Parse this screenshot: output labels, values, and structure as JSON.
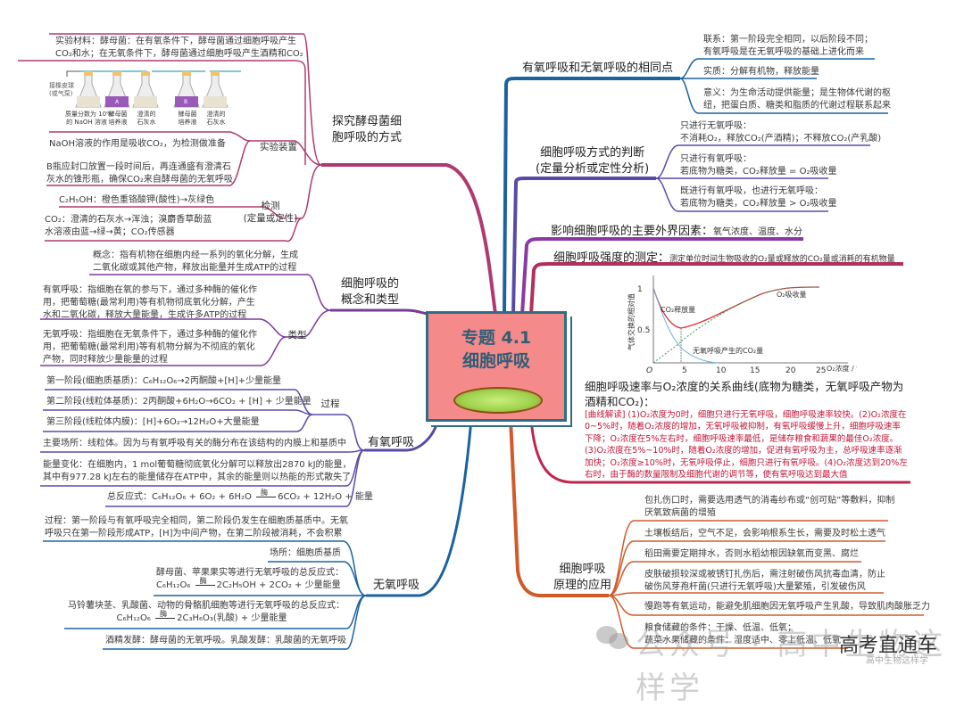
{
  "center": {
    "title_line1": "专题 4.1",
    "title_line2": "细胞呼吸",
    "image": "mitochondrion-illustration"
  },
  "left": {
    "yeast": {
      "branch": "探究酵母菌细胞呼吸的方式",
      "branch_line1": "探究酵母菌细",
      "branch_line2": "胞呼吸的方式",
      "material_line1": "实验材料：酵母菌：在有氧条件下，酵母菌通过细胞呼吸产生",
      "material_line2": "CO₂和水；在无氧条件下，酵母菌通过细胞呼吸产生酒精和CO₂",
      "apparatus_label": "实验装置",
      "apparatus_figure": {
        "pump_label_1": "接橡皮球",
        "pump_label_2": "(或气泵)",
        "flasks": [
          {
            "label1": "质量分数为 10%",
            "label2": "的 NaOH 溶液",
            "mark": ""
          },
          {
            "label1": "酵母菌",
            "label2": "培养液",
            "mark": "A"
          },
          {
            "label1": "澄清的",
            "label2": "石灰水",
            "mark": ""
          },
          {
            "label1": "酵母菌",
            "label2": "培养液",
            "mark": "B"
          },
          {
            "label1": "澄清的",
            "label2": "石灰水",
            "mark": ""
          }
        ]
      },
      "naoh_note": "NaOH溶液的作用是吸收CO₂，为检测做准备",
      "b_note_line1": "B瓶应封口放置一段时间后，再连通盛有澄清石",
      "b_note_line2": "灰水的锥形瓶，确保CO₂来自酵母菌的无氧呼吸",
      "detect_label_1": "检测",
      "detect_label_2": "(定量或定性)",
      "ethanol_detect": "C₂H₅OH：橙色重铬酸钾(酸性)→灰绿色",
      "co2_detect_line1": "CO₂：澄清的石灰水→浑浊；溴麝香草酚蓝",
      "co2_detect_line2": "水溶液由蓝→绿→黄；CO₂传感器"
    },
    "concept": {
      "branch_line1": "细胞呼吸的",
      "branch_line2": "概念和类型",
      "concept_line1": "概念：指有机物在细胞内经一系列的氧化分解，生成",
      "concept_line2": "二氧化碳或其他产物，释放出能量并生成ATP的过程",
      "types_label": "类型",
      "aerobic_line1": "有氧呼吸：指细胞在氧的参与下，通过多种酶的催化作",
      "aerobic_line2": "用，把葡萄糖(最常利用)等有机物彻底氧化分解，产生",
      "aerobic_line3": "水和二氧化碳，释放大量能量，生成许多ATP的过程",
      "anaerobic_line1": "无氧呼吸：指细胞在无氧条件下，通过多种酶的催化作",
      "anaerobic_line2": "用，把葡萄糖(最常利用)等有机物分解为不彻底的氧化",
      "anaerobic_line3": "产物，同时释放少量能量的过程"
    },
    "aerobic": {
      "branch": "有氧呼吸",
      "process_label": "过程",
      "stage1": "第一阶段(细胞质基质)：C₆H₁₂O₆→2丙酮酸+[H]+少量能量",
      "stage2": "第二阶段(线粒体基质)：2丙酮酸+6H₂O→6CO₂ + [H] + 少量能量",
      "stage3": "第三阶段(线粒体内膜)：[H]+6O₂→12H₂O+大量能量",
      "site": "主要场所：线粒体。因为与有氧呼吸有关的酶分布在该结构的内膜上和基质中",
      "energy_line1": "能量变化：在细胞内，1 mol葡萄糖彻底氧化分解可以释放出2870 kJ的能量，",
      "energy_line2": "其中有977.28 kJ左右的能量储存在ATP中，其余的能量则以热能的形式散失了",
      "total_prefix": "总反应式：",
      "total_left": "C₆H₁₂O₆ + 6O₂ + 6H₂O",
      "total_enzyme": "酶",
      "total_right": "6CO₂ + 12H₂O + 能量"
    },
    "anaerobic": {
      "branch": "无氧呼吸",
      "process_line1": "过程：第一阶段与有氧呼吸完全相同，第二阶段仍发生在细胞质基质中。无氧",
      "process_line2": "呼吸只在第一阶段形成ATP，[H]为中间产物，在第二阶段被消耗，不会积累",
      "site": "场所：细胞质基质",
      "yeast_eq_title": "酵母菌、苹果果实等进行无氧呼吸的总反应式：",
      "yeast_eq_left": "C₆H₁₂O₆",
      "yeast_eq_enzyme": "酶",
      "yeast_eq_right": "2C₂H₅OH + 2CO₂ + 少量能量",
      "lactic_eq_title": "马铃薯块茎、乳酸菌、动物的骨骼肌细胞等进行无氧呼吸的总反应式：",
      "lactic_eq_left": "C₆H₁₂O₆",
      "lactic_eq_enzyme": "酶",
      "lactic_eq_right": "2C₃H₆O₃(乳酸) + 少量能量",
      "fermentation": "酒精发酵：酵母菌的无氧呼吸。乳酸发酵：乳酸菌的无氧呼吸"
    }
  },
  "right": {
    "same": {
      "branch": "有氧呼吸和无氧呼吸的相同点",
      "link_line1": "联系：第一阶段完全相同，以后阶段不同；",
      "link_line2": "有氧呼吸是在无氧呼吸的基础上进化而来",
      "essence": "实质：分解有机物，释放能量",
      "meaning_line1": "意义：为生命活动提供能量；是生物体代谢的枢",
      "meaning_line2": "纽，把蛋白质、糖类和脂质的代谢过程联系起来"
    },
    "judge": {
      "branch_line1": "细胞呼吸方式的判断",
      "branch_line2": "(定量分析或定性分析)",
      "only_anaerobic_line1": "只进行无氧呼吸：",
      "only_anaerobic_line2": "不消耗O₂，释放CO₂(产酒精)；不释放CO₂(产乳酸)",
      "only_aerobic_line1": "只进行有氧呼吸：",
      "only_aerobic_line2": "若底物为糖类，CO₂释放量 = O₂吸收量",
      "both_line1": "既进行有氧呼吸，也进行无氧呼吸：",
      "both_line2": "若底物为糖类，CO₂释放量 > O₂吸收量"
    },
    "factors": {
      "branch": "影响细胞呼吸的主要外界因素：",
      "value": "氧气浓度、温度、水分"
    },
    "measure": {
      "branch": "细胞呼吸强度的测定：",
      "value": "测定单位时间生物吸收的O₂量或释放的CO₂量或消耗的有机物量",
      "curve_title_line1": "细胞呼吸速率与O₂浓度的关系曲线(底物为糖类，无氧呼吸产物为",
      "curve_title_line2": "酒精和CO₂)：",
      "interp_1": "[曲线解读] (1)O₂浓度为0时，细胞只进行无氧呼吸，细胞呼吸速率较快。(2)O₂浓度在",
      "interp_2": "0~5%时，随着O₂浓度的增加，无氧呼吸被抑制，有氧呼吸缓慢上升，细胞呼吸速率",
      "interp_3": "下降；O₂浓度在5%左右时，细胞呼吸速率最低，是储存粮食和蔬果的最佳O₂浓度。",
      "interp_4": "(3)O₂浓度在5%~10%时，随着O₂浓度的增加，促进有氧呼吸为主，总呼吸速率逐渐",
      "interp_5": "加快；O₂浓度≥10%时，无氧呼吸停止，细胞只进行有氧呼吸。(4)O₂浓度达到20%左",
      "interp_6": "右时，由于酶的数量限制及细胞代谢的调节等，使有氧呼吸达到最大值"
    },
    "application": {
      "branch_line1": "细胞呼吸",
      "branch_line2": "原理的应用",
      "item1_line1": "包扎伤口时，需要选用透气的消毒纱布或“创可贴”等敷料，抑制",
      "item1_line2": "厌氧致病菌的增殖",
      "item2": "土壤板结后，空气不足，会影响根系生长，需要及时松土透气",
      "item3": "稻田需要定期排水，否则水稻幼根因缺氧而变黑、腐烂",
      "item4_line1": "皮肤破损较深或被锈钉扎伤后，需注射破伤风抗毒血清，防止",
      "item4_line2": "破伤风芽孢杆菌(只进行无氧呼吸)大量繁殖，引发破伤风",
      "item5": "慢跑等有氧运动，能避免肌细胞因无氧呼吸产生乳酸，导致肌肉酸胀乏力",
      "item6_line1": "粮食储藏的条件：干燥、低温、低氧；",
      "item6_line2": "蔬菜水果储藏的条件：湿度适中、零上低温、低氧"
    }
  },
  "chart_data": {
    "type": "line",
    "title": "",
    "xlabel": "O₂浓度 / %",
    "ylabel": "气体交换的相对值",
    "x_ticks": [
      0,
      5,
      10,
      15,
      20,
      25
    ],
    "y_ticks": [
      0.5,
      1.0
    ],
    "origin_label": "O",
    "xlim": [
      0,
      27
    ],
    "ylim": [
      0,
      1.1
    ],
    "series": [
      {
        "name": "CO₂释放量",
        "color": "#e0303a",
        "style": "solid",
        "x": [
          0,
          2,
          4.5,
          7,
          10,
          15,
          20,
          25
        ],
        "y": [
          1.0,
          0.68,
          0.52,
          0.58,
          0.7,
          0.92,
          1.03,
          1.04
        ]
      },
      {
        "name": "O₂吸收量",
        "color": "#3c9a5a",
        "style": "dashed",
        "x": [
          0,
          4.5,
          10,
          15,
          20,
          25
        ],
        "y": [
          0.0,
          0.25,
          0.7,
          0.92,
          1.03,
          1.04
        ]
      },
      {
        "name": "无氧呼吸产生的CO₂量",
        "color": "#6ab4d8",
        "style": "solid",
        "x": [
          0,
          2,
          4.5,
          7,
          10
        ],
        "y": [
          1.0,
          0.6,
          0.27,
          0.1,
          0.0
        ]
      }
    ],
    "annotations": [
      "CO₂释放量",
      "O₂吸收量",
      "无氧呼吸产生的CO₂量",
      "vertical dotted line at x≈4.5"
    ]
  },
  "watermark": {
    "text": "公众号 · 高中生物这样学",
    "overlay": "高考直通车",
    "sub": "高中生物这样学",
    "icon": "wechat-icon"
  }
}
